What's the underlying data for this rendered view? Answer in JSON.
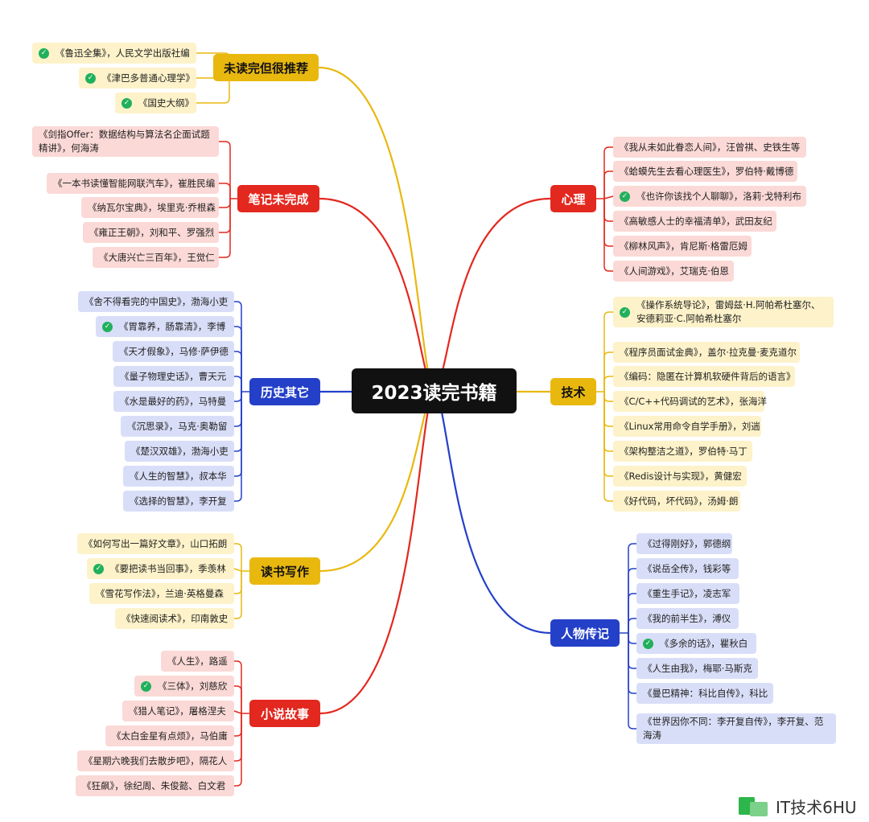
{
  "root": {
    "label": "2023读完书籍"
  },
  "branches": [
    {
      "id": "b1",
      "label": "未读完但很推荐",
      "color": "#e9b80f",
      "light": "#fdf2c9",
      "side": "left",
      "items": [
        {
          "t": "《鲁迅全集》，人民文学出版社编",
          "c": true
        },
        {
          "t": "《津巴多普通心理学》",
          "c": true
        },
        {
          "t": "《国史大纲》",
          "c": true
        }
      ]
    },
    {
      "id": "b2",
      "label": "笔记未完成",
      "color": "#e3281f",
      "light": "#fbd9d6",
      "side": "left",
      "items": [
        {
          "t": "《剑指Offer：数据结构与算法名企面试题精讲》，何海涛",
          "c": false
        },
        {
          "t": "《一本书读懂智能网联汽车》，崔胜民编",
          "c": false
        },
        {
          "t": "《纳瓦尔宝典》，埃里克·乔根森",
          "c": false
        },
        {
          "t": "《雍正王朝》，刘和平、罗强烈",
          "c": false
        },
        {
          "t": "《大唐兴亡三百年》，王觉仁",
          "c": false
        }
      ]
    },
    {
      "id": "b3",
      "label": "历史其它",
      "color": "#2440c8",
      "light": "#d9def8",
      "side": "left",
      "items": [
        {
          "t": "《舍不得看完的中国史》，渤海小吏",
          "c": false
        },
        {
          "t": "《胃靠养，肠靠清》，李博",
          "c": true
        },
        {
          "t": "《天才假象》，马修·萨伊德",
          "c": false
        },
        {
          "t": "《量子物理史话》，曹天元",
          "c": false
        },
        {
          "t": "《水是最好的药》，马特曼",
          "c": false
        },
        {
          "t": "《沉思录》，马克·奥勒留",
          "c": false
        },
        {
          "t": "《楚汉双雄》，渤海小吏",
          "c": false
        },
        {
          "t": "《人生的智慧》，叔本华",
          "c": false
        },
        {
          "t": "《选择的智慧》，李开复",
          "c": false
        }
      ]
    },
    {
      "id": "b4",
      "label": "读书写作",
      "color": "#e9b80f",
      "light": "#fdf2c9",
      "side": "left",
      "items": [
        {
          "t": "《如何写出一篇好文章》，山口拓朗",
          "c": false
        },
        {
          "t": "《要把读书当回事》，季羡林",
          "c": true
        },
        {
          "t": "《雪花写作法》，兰迪·英格曼森",
          "c": false
        },
        {
          "t": "《快速阅读术》，印南敦史",
          "c": false
        }
      ]
    },
    {
      "id": "b5",
      "label": "小说故事",
      "color": "#e3281f",
      "light": "#fbd9d6",
      "side": "left",
      "items": [
        {
          "t": "《人生》，路遥",
          "c": false
        },
        {
          "t": "《三体》，刘慈欣",
          "c": true
        },
        {
          "t": "《猎人笔记》，屠格涅夫",
          "c": false
        },
        {
          "t": "《太白金星有点烦》，马伯庸",
          "c": false
        },
        {
          "t": "《星期六晚我们去散步吧》，隔花人",
          "c": false
        },
        {
          "t": "《狂飙》，徐纪周、朱俊懿、白文君",
          "c": false
        }
      ]
    },
    {
      "id": "b6",
      "label": "心理",
      "color": "#e3281f",
      "light": "#fbd9d6",
      "side": "right",
      "items": [
        {
          "t": "《我从未如此眷恋人间》，汪曾祺、史铁生等",
          "c": false
        },
        {
          "t": "《蛤蟆先生去看心理医生》，罗伯特·戴博德",
          "c": false
        },
        {
          "t": "《也许你该找个人聊聊》，洛莉·戈特利布",
          "c": true
        },
        {
          "t": "《高敏感人士的幸福清单》，武田友纪",
          "c": false
        },
        {
          "t": "《柳林风声》，肯尼斯·格雷厄姆",
          "c": false
        },
        {
          "t": "《人间游戏》，艾瑞克·伯恩",
          "c": false
        }
      ]
    },
    {
      "id": "b7",
      "label": "技术",
      "color": "#e9b80f",
      "light": "#fdf2c9",
      "side": "right",
      "items": [
        {
          "t": "《操作系统导论》，雷姆兹·H.阿帕希杜塞尔、安德莉亚·C.阿帕希杜塞尔",
          "c": true
        },
        {
          "t": "《程序员面试金典》，盖尔·拉克曼·麦克道尔",
          "c": false
        },
        {
          "t": "《编码：隐匿在计算机软硬件背后的语言》",
          "c": false
        },
        {
          "t": "《C/C++代码调试的艺术》，张海洋",
          "c": false
        },
        {
          "t": "《Linux常用命令自学手册》，刘遄",
          "c": false
        },
        {
          "t": "《架构整洁之道》，罗伯特·马丁",
          "c": false
        },
        {
          "t": "《Redis设计与实现》，黄健宏",
          "c": false
        },
        {
          "t": "《好代码，坏代码》，汤姆·朗",
          "c": false
        }
      ]
    },
    {
      "id": "b8",
      "label": "人物传记",
      "color": "#2440c8",
      "light": "#d9def8",
      "side": "right",
      "items": [
        {
          "t": "《过得刚好》，郭德纲",
          "c": false
        },
        {
          "t": "《说岳全传》，钱彩等",
          "c": false
        },
        {
          "t": "《重生手记》，凌志军",
          "c": false
        },
        {
          "t": "《我的前半生》，溥仪",
          "c": false
        },
        {
          "t": "《多余的话》，瞿秋白",
          "c": true
        },
        {
          "t": "《人生由我》，梅耶·马斯克",
          "c": false
        },
        {
          "t": "《曼巴精神：科比自传》，科比",
          "c": false
        },
        {
          "t": "《世界因你不同：李开复自传》，李开复、范海涛",
          "c": false
        }
      ]
    }
  ],
  "watermark": {
    "text": "IT技术6HU"
  }
}
